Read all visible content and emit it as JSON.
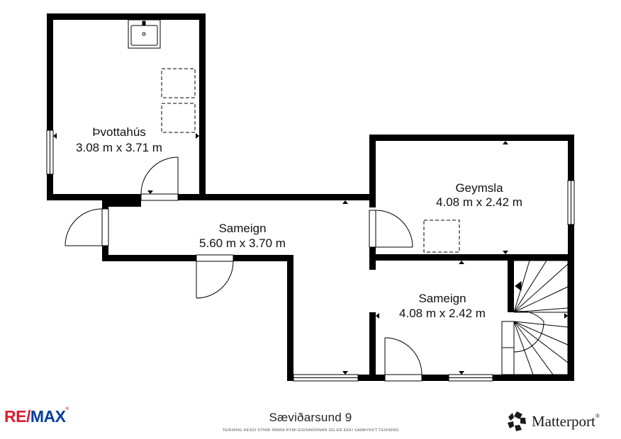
{
  "rooms": [
    {
      "name": "Þvottahús",
      "size": "3.08 m x 3.71 m"
    },
    {
      "name": "Geymsla",
      "size": "4.08 m x 2.42 m"
    },
    {
      "name": "Sameign",
      "size": "5.60 m x 3.70 m"
    },
    {
      "name": "Sameign",
      "size": "4.08 m x 2.42 m"
    }
  ],
  "footer": {
    "address": "Sæviðarsund 9",
    "disclaimer": "TEIKNING ÞESSI SÝNIR INNRA RÝMI EIGNARINNAR OG ER EKKI SAMÞYKKT TEIKNING"
  },
  "logos": {
    "remax": {
      "part1": "RE/",
      "part2": "MAX",
      "mark": "®",
      "red": "#dc1c2e",
      "blue": "#003da5"
    },
    "matterport": {
      "text": "Matterport",
      "mark": "®"
    }
  },
  "colors": {
    "wall": "#000000",
    "background": "#ffffff"
  }
}
